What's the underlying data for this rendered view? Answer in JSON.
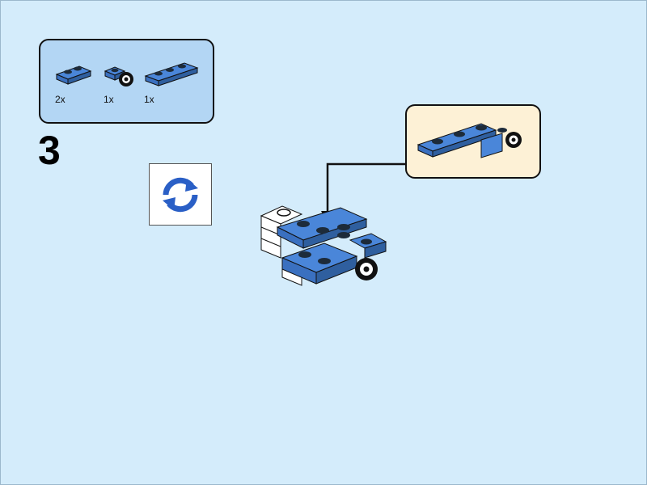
{
  "instruction_page": {
    "background_color": "#d4ecfb",
    "step": {
      "number": "3"
    },
    "parts_list": {
      "panel_color": "#b3d6f4",
      "items": [
        {
          "count_label": "2x",
          "part_name": "plate-1x2-icon"
        },
        {
          "count_label": "1x",
          "part_name": "plate-1x1-with-wheel-holder-icon"
        },
        {
          "count_label": "1x",
          "part_name": "plate-1x3-icon"
        }
      ]
    },
    "rotate_indicator": {
      "icon": "rotate-model-icon",
      "color": "#2a5fc6"
    },
    "sub_assembly_callout": {
      "panel_color": "#fdf1d6",
      "icon": "sub-assembly-plate-with-wheel-icon"
    },
    "model": {
      "icon": "partial-vehicle-model-icon",
      "brick_color": "#4a86d9",
      "white_brick_color": "#ffffff"
    }
  }
}
